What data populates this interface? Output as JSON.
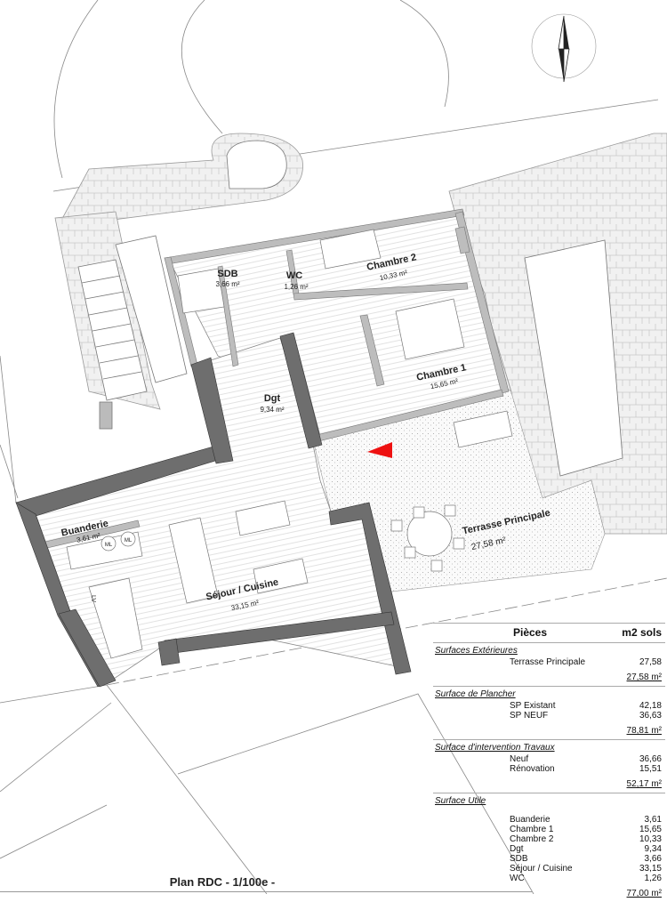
{
  "title": "Plan RDC - 1/100e -",
  "rooms": [
    {
      "name": "SDB",
      "area": "3,66 m²"
    },
    {
      "name": "WC",
      "area": "1,26 m²"
    },
    {
      "name": "Chambre 2",
      "area": "10,33 m²"
    },
    {
      "name": "Chambre 1",
      "area": "15,65 m²"
    },
    {
      "name": "Dgt",
      "area": "9,34 m²"
    },
    {
      "name": "Buanderie",
      "area": "3,61 m²"
    },
    {
      "name": "Séjour / Cuisine",
      "area": "33,15 m²"
    },
    {
      "name": "Terrasse Principale",
      "area": "27,58 m²"
    }
  ],
  "fixtures": {
    "ml": "ML",
    "lv": "LV"
  },
  "table": {
    "header": {
      "col1": "Pièces",
      "col2": "m2 sols"
    },
    "sections": [
      {
        "title": "Surfaces Extérieures",
        "rows": [
          {
            "name": "Terrasse Principale",
            "value": "27,58"
          }
        ],
        "total": "27,58 m²"
      },
      {
        "title": "Surface de Plancher",
        "rows": [
          {
            "name": "SP Existant",
            "value": "42,18"
          },
          {
            "name": "SP NEUF",
            "value": "36,63"
          }
        ],
        "total": "78,81 m²"
      },
      {
        "title": "Surface d'intervention Travaux",
        "rows": [
          {
            "name": "Neuf",
            "value": "36,66"
          },
          {
            "name": "Rénovation",
            "value": "15,51"
          }
        ],
        "total": "52,17 m²"
      },
      {
        "title": "Surface Utile",
        "rows": [
          {
            "name": "Buanderie",
            "value": "3,61"
          },
          {
            "name": "Chambre 1",
            "value": "15,65"
          },
          {
            "name": "Chambre 2",
            "value": "10,33"
          },
          {
            "name": "Dgt",
            "value": "9,34"
          },
          {
            "name": "SDB",
            "value": "3,66"
          },
          {
            "name": "Séjour / Cuisine",
            "value": "33,15"
          },
          {
            "name": "WC",
            "value": "1,26"
          }
        ],
        "total": "77,00 m²"
      }
    ]
  },
  "colors": {
    "wall": "#6e6e6e",
    "partition": "#bdbdbd",
    "stone": "#efefef",
    "marker": "#ee1111"
  }
}
